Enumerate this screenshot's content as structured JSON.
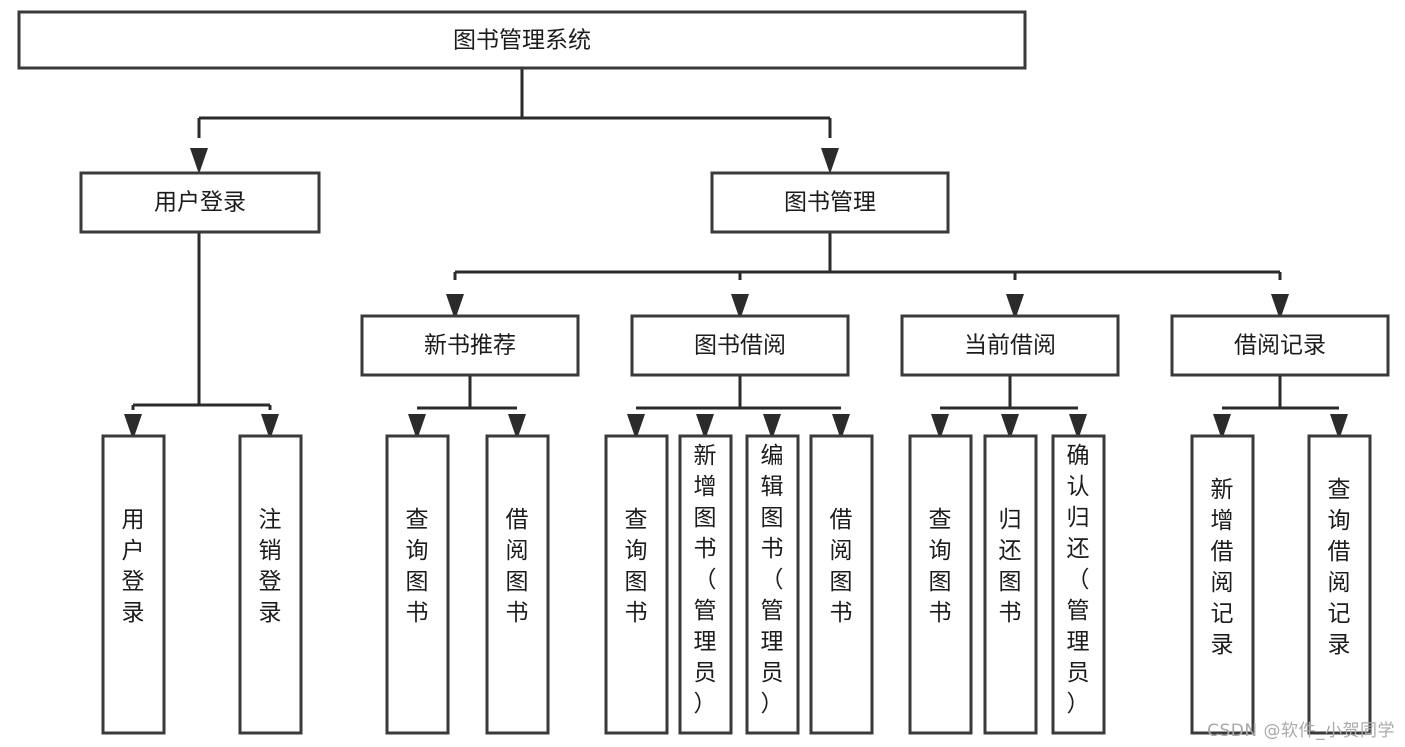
{
  "diagram": {
    "title": "图书管理系统",
    "type": "hierarchy-tree",
    "watermark": "CSDN @软件_小贺同学",
    "colors": {
      "box_stroke": "#3a3a3a",
      "connector": "#2b2b2b",
      "box_fill": "#ffffff",
      "text": "#1c1c1c",
      "watermark": "#a9a9a9",
      "background": "#ffffff"
    }
  },
  "chart_data": {
    "type": "tree",
    "title": "图书管理系统",
    "root": {
      "label": "图书管理系统",
      "children": [
        {
          "label": "用户登录",
          "children": [
            {
              "label": "用户登录"
            },
            {
              "label": "注销登录"
            }
          ]
        },
        {
          "label": "图书管理",
          "children": [
            {
              "label": "新书推荐",
              "children": [
                {
                  "label": "查询图书"
                },
                {
                  "label": "借阅图书"
                }
              ]
            },
            {
              "label": "图书借阅",
              "children": [
                {
                  "label": "查询图书"
                },
                {
                  "label": "新增图书（管理员）"
                },
                {
                  "label": "编辑图书（管理员）"
                },
                {
                  "label": "借阅图书"
                }
              ]
            },
            {
              "label": "当前借阅",
              "children": [
                {
                  "label": "查询图书"
                },
                {
                  "label": "归还图书"
                },
                {
                  "label": "确认归还（管理员）"
                }
              ]
            },
            {
              "label": "借阅记录",
              "children": [
                {
                  "label": "新增借阅记录"
                },
                {
                  "label": "查询借阅记录"
                }
              ]
            }
          ]
        }
      ]
    }
  },
  "nodes": {
    "root": {
      "label": "图书管理系统"
    },
    "level2": [
      {
        "label": "用户登录"
      },
      {
        "label": "图书管理"
      }
    ],
    "level3": [
      {
        "label": "新书推荐"
      },
      {
        "label": "图书借阅"
      },
      {
        "label": "当前借阅"
      },
      {
        "label": "借阅记录"
      }
    ],
    "leaves": {
      "user_login": [
        {
          "label": "用户登录",
          "chars": [
            "用",
            "户",
            "登",
            "录"
          ]
        },
        {
          "label": "注销登录",
          "chars": [
            "注",
            "销",
            "登",
            "录"
          ]
        }
      ],
      "new_book": [
        {
          "label": "查询图书",
          "chars": [
            "查",
            "询",
            "图",
            "书"
          ]
        },
        {
          "label": "借阅图书",
          "chars": [
            "借",
            "阅",
            "图",
            "书"
          ]
        }
      ],
      "borrow_book": [
        {
          "label": "查询图书",
          "chars": [
            "查",
            "询",
            "图",
            "书"
          ]
        },
        {
          "label": "新增图书（管理员）",
          "chars": [
            "新",
            "增",
            "图",
            "书",
            "（",
            "管",
            "理",
            "员",
            "）"
          ]
        },
        {
          "label": "编辑图书（管理员）",
          "chars": [
            "编",
            "辑",
            "图",
            "书",
            "（",
            "管",
            "理",
            "员",
            "）"
          ]
        },
        {
          "label": "借阅图书",
          "chars": [
            "借",
            "阅",
            "图",
            "书"
          ]
        }
      ],
      "current_borrow": [
        {
          "label": "查询图书",
          "chars": [
            "查",
            "询",
            "图",
            "书"
          ]
        },
        {
          "label": "归还图书",
          "chars": [
            "归",
            "还",
            "图",
            "书"
          ]
        },
        {
          "label": "确认归还（管理员）",
          "chars": [
            "确",
            "认",
            "归",
            "还",
            "（",
            "管",
            "理",
            "员",
            "）"
          ]
        }
      ],
      "borrow_record": [
        {
          "label": "新增借阅记录",
          "chars": [
            "新",
            "增",
            "借",
            "阅",
            "记",
            "录"
          ]
        },
        {
          "label": "查询借阅记录",
          "chars": [
            "查",
            "询",
            "借",
            "阅",
            "记",
            "录"
          ]
        }
      ]
    }
  }
}
